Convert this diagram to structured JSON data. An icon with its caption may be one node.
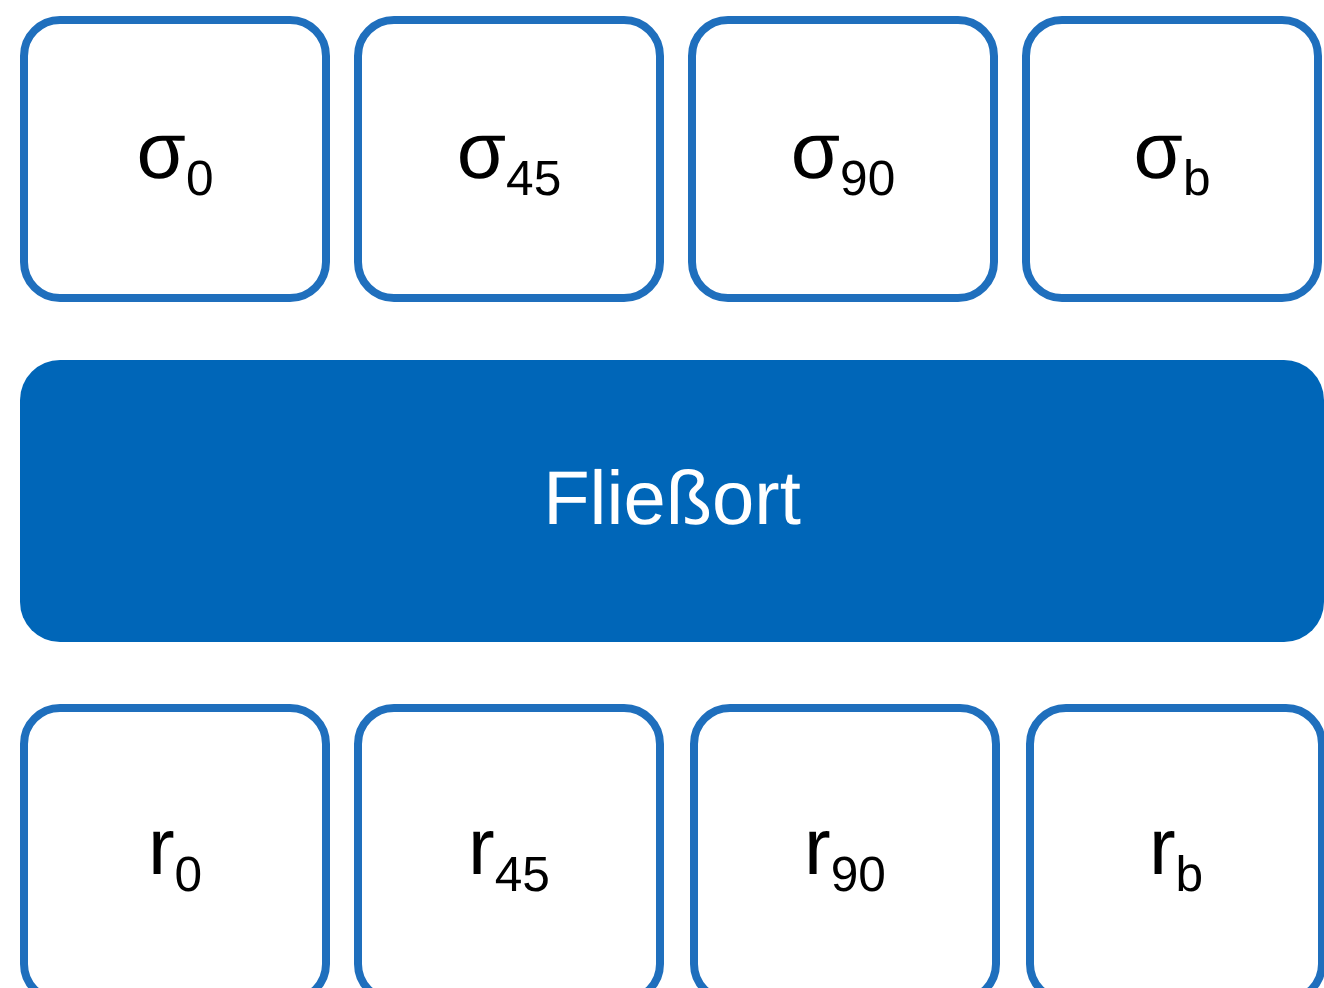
{
  "diagram": {
    "nodes": [
      {
        "text": [
          "σ$_{0}$"
        ]
      },
      {
        "text": [
          "σ$_{45}$"
        ]
      },
      {
        "text": [
          "σ$_{90}$"
        ]
      },
      {
        "text": [
          "σ$_{b}$"
        ]
      },
      {
        "text": [
          "Fließort"
        ]
      },
      {
        "text": [
          "r$_{0}$"
        ]
      },
      {
        "text": [
          "r$_{45}$"
        ]
      },
      {
        "text": [
          "r$_{90}$"
        ]
      },
      {
        "text": [
          "r$_{b}$"
        ]
      }
    ]
  }
}
